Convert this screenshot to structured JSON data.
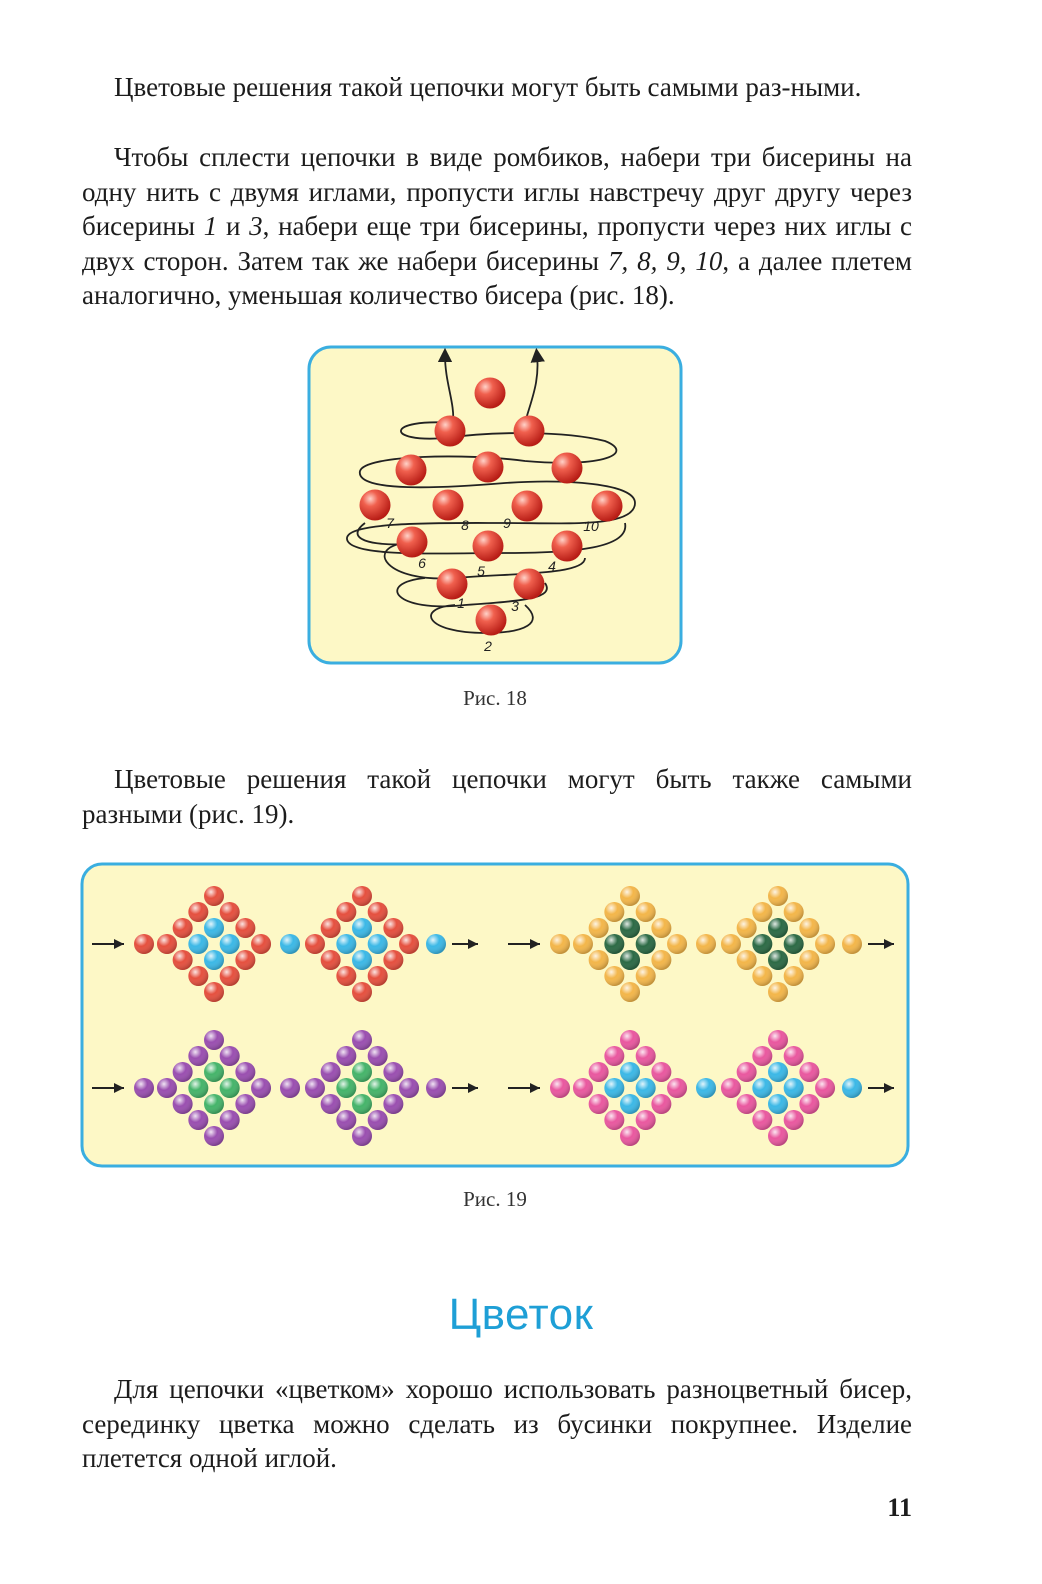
{
  "page": {
    "p1": "Цветовые решения такой цепочки могут быть самыми раз-ными.",
    "p2": {
      "a": "Чтобы сплести цепочки в виде ромбиков, набери три бисерины на одну нить с двумя иглами, пропусти иглы навстречу друг другу через бисерины ",
      "n1": "1",
      "b": " и ",
      "n3": "3",
      "c": ", набери еще три бисерины, пропусти через них иглы с двух сторон. Затем так же набери бисерины ",
      "nums": "7, 8, 9, 10",
      "d": ", а далее плетем аналогично, уменьшая количество бисера (рис. 18)."
    },
    "fig18_caption": "Рис. 18",
    "p3": "Цветовые решения такой цепочки могут быть также самыми разными (рис. 19).",
    "fig19_caption": "Рис. 19",
    "heading": "Цветок",
    "p4": "Для цепочки «цветком» хорошо использовать разноцветный бисер, серединку цветка можно сделать из бусинки покрупнее. Изделие плетется одной иглой.",
    "page_number": "11"
  },
  "fig18": {
    "labels": [
      "1",
      "2",
      "3",
      "4",
      "5",
      "6",
      "7",
      "8",
      "9",
      "10"
    ],
    "colors": {
      "bead": "#e2453b",
      "panel": "#fdf8c6",
      "border": "#3aaee0"
    }
  },
  "fig19": {
    "colors": {
      "panel": "#fdf8c6",
      "border": "#3aaee0",
      "red": "#e5503f",
      "blue": "#3cb8e6",
      "orange": "#f3b64a",
      "darkgreen": "#2c6a45",
      "purple": "#9a4fb0",
      "green": "#45b46a",
      "pink": "#e9589f"
    },
    "chains": [
      {
        "edge": "red",
        "inner": "blue",
        "between": "blue"
      },
      {
        "edge": "orange",
        "inner": "darkgreen",
        "between": "orange"
      },
      {
        "edge": "purple",
        "inner": "green",
        "between": "purple"
      },
      {
        "edge": "pink",
        "inner": "blue",
        "between": "blue"
      }
    ]
  }
}
